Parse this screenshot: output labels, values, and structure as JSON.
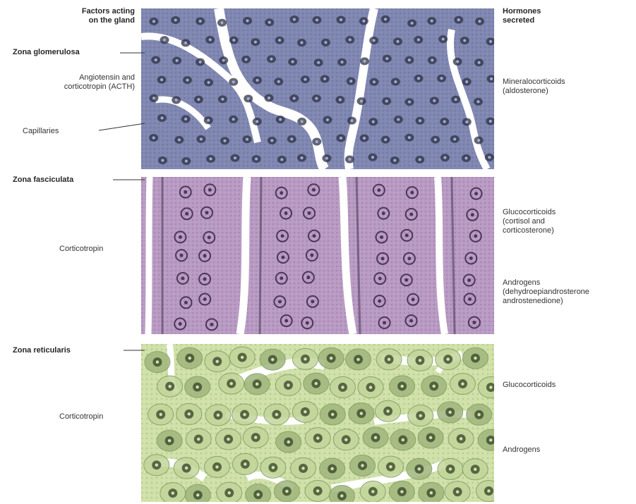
{
  "diagram": {
    "left_labels": {
      "factors_heading": "Factors acting\non the gland",
      "zona_glomerulosa": "Zona glomerulosa",
      "angiotensin": "Angiotensin and\ncorticotropin (ACTH)",
      "capillaries": "Capillaries",
      "zona_fasciculata": "Zona fasciculata",
      "corticotropin_1": "Corticotropin",
      "zona_reticularis": "Zona reticularis",
      "corticotropin_2": "Corticotropin"
    },
    "right_labels": {
      "hormones_heading": "Hormones\nsecreted",
      "mineralocorticoids": "Mineralocorticoids\n(aldosterone)",
      "glucocorticoids_fasc": "Glucocorticoids\n(cortisol and\ncorticosterone)",
      "androgens_fasc": "Androgens\n(dehydroepiandrosterone\nandrostenedione)",
      "glucocorticoids_ret": "Glucocorticoids",
      "androgens_ret": "Androgens"
    },
    "colors": {
      "glomerulosa_bg": "#7f86b3",
      "fasciculata_bg": "#b79ac2",
      "reticularis_bg": "#cfe0a8",
      "nucleus": "#2e3146",
      "capillary": "#ffffff"
    }
  }
}
